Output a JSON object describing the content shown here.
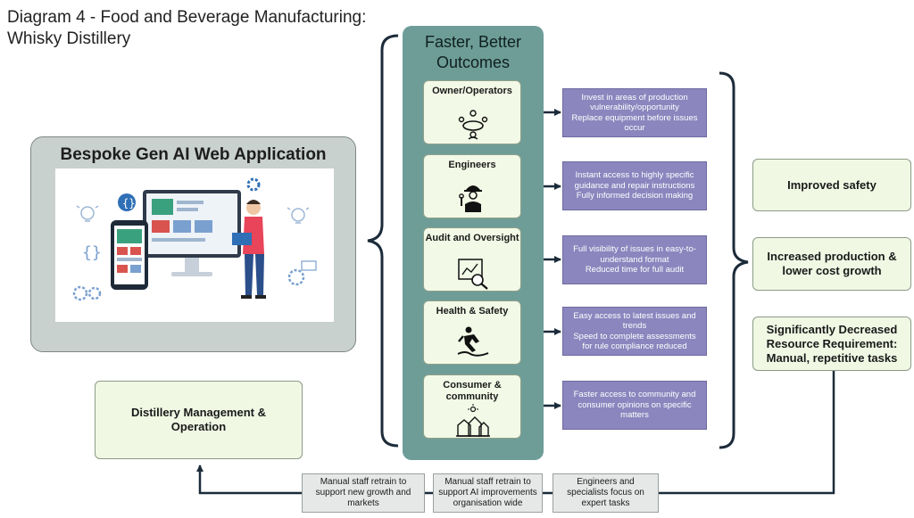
{
  "title": {
    "line1": "Diagram 4 - Food and Beverage Manufacturing:",
    "line2": "Whisky Distillery"
  },
  "app": {
    "title": "Bespoke Gen AI Web Application"
  },
  "distillery": {
    "label": "Distillery Management & Operation"
  },
  "outcomes": {
    "title_line1": "Faster, Better",
    "title_line2": "Outcomes",
    "cards": [
      {
        "label": "Owner/Operators",
        "icon": "meeting-group-icon"
      },
      {
        "label": "Engineers",
        "icon": "engineer-icon"
      },
      {
        "label": "Audit and Oversight",
        "icon": "audit-chart-icon"
      },
      {
        "label": "Health & Safety",
        "icon": "slip-hazard-icon"
      },
      {
        "label": "Consumer & community",
        "icon": "community-houses-icon"
      }
    ]
  },
  "benefits": [
    {
      "line1": "Invest in areas of production vulnerability/opportunity",
      "line2": "Replace equipment before issues occur"
    },
    {
      "line1": "Instant access to highly specific guidance and repair instructions",
      "line2": "Fully informed decision making"
    },
    {
      "line1": "Full visibility of issues in easy-to-understand format",
      "line2": "Reduced time for full audit"
    },
    {
      "line1": "Easy access to latest issues and trends",
      "line2": "Speed to complete assessments for rule compliance reduced"
    },
    {
      "line1": "Faster access to community and consumer opinions on specific matters",
      "line2": ""
    }
  ],
  "results": [
    {
      "label": "Improved safety"
    },
    {
      "label": "Increased production & lower cost growth"
    },
    {
      "label": "Significantly Decreased Resource Requirement: Manual, repetitive tasks"
    }
  ],
  "tasks": [
    {
      "label": "Manual staff retrain to support new growth and markets"
    },
    {
      "label": "Manual staff retrain to support AI improvements organisation wide"
    },
    {
      "label": "Engineers and specialists focus on expert tasks"
    }
  ],
  "colors": {
    "outcomes_panel": "#6e9d98",
    "benefit_box": "#8b86be",
    "result_box": "#f0f8e4",
    "app_panel": "#c9d1cf",
    "connector": "#1c2b3a"
  }
}
